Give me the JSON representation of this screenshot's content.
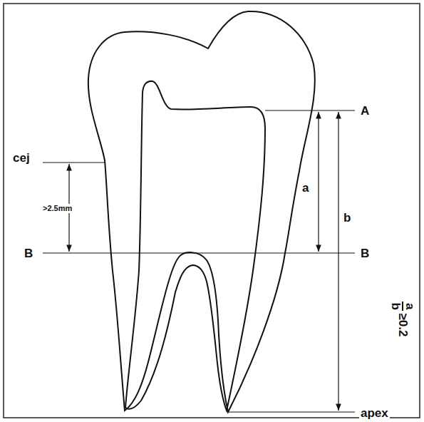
{
  "diagram": {
    "labels": [
      "A",
      "cej",
      ">2.5mm",
      "a",
      "b",
      "B",
      "B",
      "a",
      "b",
      "≥0.2",
      "apex"
    ]
  }
}
